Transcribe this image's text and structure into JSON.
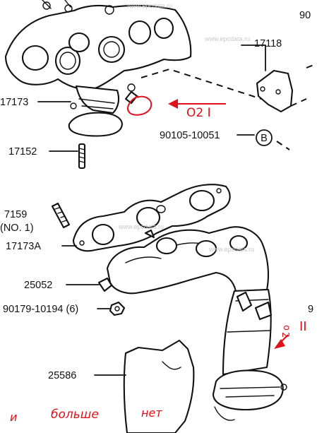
{
  "watermark": "www.epcdata.ru",
  "top_view": {
    "corner_label": "90",
    "parts": {
      "p17118": "17118",
      "p17173": "17173",
      "p90105": "90105-10051",
      "p17152": "17152",
      "callout_b": "B"
    },
    "annotation_o2_one": "O2 I"
  },
  "bottom_view": {
    "corner_label": "9",
    "parts": {
      "p7159": "7159",
      "p7159_no": "(NO. 1)",
      "p17173a": "17173A",
      "p25052": "25052",
      "p90179": "90179-10194 (6)",
      "p25586": "25586"
    },
    "annotation_o2_two_number": "2",
    "annotation_o2_two_roman": "II",
    "annotation_o2_two_letter": "o"
  },
  "handwritten_note": {
    "word1": "и",
    "word2": "больше",
    "word3": "нет"
  },
  "colors": {
    "ink": "#111111",
    "annotation": "#e0101a",
    "watermark": "#c9c9c9"
  }
}
